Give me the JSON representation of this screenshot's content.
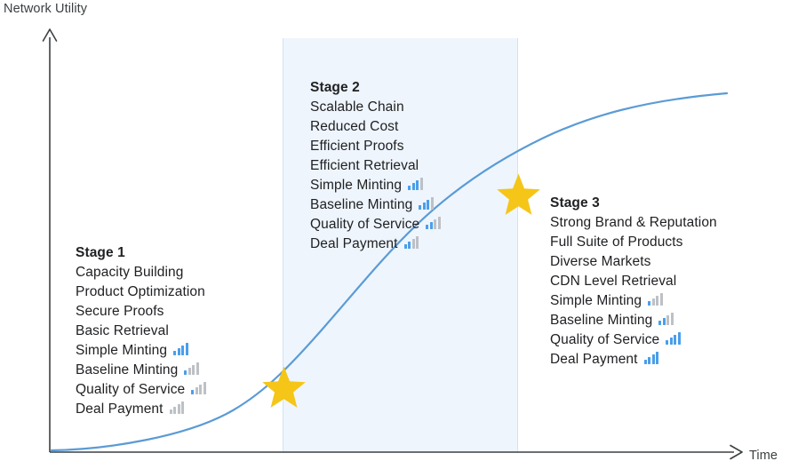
{
  "chart_data": {
    "type": "line",
    "title": "",
    "xlabel": "Time",
    "ylabel": "Network Utility",
    "grid": false,
    "legend": null,
    "description": "S-curve of network utility over time divided into three stages, with milestone stars separating the stages.",
    "curve_points": [
      {
        "x": 0.02,
        "y": 0.02
      },
      {
        "x": 0.15,
        "y": 0.05
      },
      {
        "x": 0.3,
        "y": 0.16
      },
      {
        "x": 0.38,
        "y": 0.26
      },
      {
        "x": 0.5,
        "y": 0.5
      },
      {
        "x": 0.62,
        "y": 0.73
      },
      {
        "x": 0.72,
        "y": 0.84
      },
      {
        "x": 0.85,
        "y": 0.9
      },
      {
        "x": 1.0,
        "y": 0.92
      }
    ],
    "band": {
      "label": "Stage 2 region",
      "x_start": 0.345,
      "x_end": 0.672,
      "color": "#eef5fd"
    },
    "markers": [
      {
        "label": "Stage 1 to Stage 2 milestone",
        "shape": "star",
        "x": 0.345,
        "y": 0.155,
        "color": "#f5c518"
      },
      {
        "label": "Stage 2 to Stage 3 milestone",
        "shape": "star",
        "x": 0.672,
        "y": 0.625,
        "color": "#f5c518"
      }
    ],
    "axis_color": "#3c4043",
    "curve_color": "#5b9bd5"
  },
  "colors": {
    "accent_blue": "#4a9eea",
    "curve": "#5b9bd5",
    "band": "#eef5fd",
    "band_edge": "#cfe3f7",
    "star": "#f5c518",
    "bar_off": "#bdc1c6",
    "text": "#202124",
    "axis": "#3c4043"
  },
  "axes": {
    "y_label": "Network Utility",
    "x_label": "Time"
  },
  "stages": [
    {
      "id": "stage-1",
      "title": "Stage 1",
      "rows": [
        {
          "text": "Capacity Building",
          "signal": null
        },
        {
          "text": "Product Optimization",
          "signal": null
        },
        {
          "text": "Secure Proofs",
          "signal": null
        },
        {
          "text": "Basic Retrieval",
          "signal": null
        },
        {
          "text": "Simple Minting",
          "signal": 4
        },
        {
          "text": "Baseline Minting",
          "signal": 1
        },
        {
          "text": "Quality of Service",
          "signal": 1
        },
        {
          "text": "Deal Payment",
          "signal": 0
        }
      ]
    },
    {
      "id": "stage-2",
      "title": "Stage 2",
      "rows": [
        {
          "text": "Scalable Chain",
          "signal": null
        },
        {
          "text": "Reduced Cost",
          "signal": null
        },
        {
          "text": "Efficient Proofs",
          "signal": null
        },
        {
          "text": "Efficient Retrieval",
          "signal": null
        },
        {
          "text": "Simple Minting",
          "signal": 3
        },
        {
          "text": "Baseline Minting",
          "signal": 3
        },
        {
          "text": "Quality of Service",
          "signal": 2
        },
        {
          "text": "Deal Payment",
          "signal": 2
        }
      ]
    },
    {
      "id": "stage-3",
      "title": "Stage 3",
      "rows": [
        {
          "text": "Strong Brand & Reputation",
          "signal": null
        },
        {
          "text": "Full Suite of Products",
          "signal": null
        },
        {
          "text": "Diverse Markets",
          "signal": null
        },
        {
          "text": "CDN Level Retrieval",
          "signal": null
        },
        {
          "text": "Simple Minting",
          "signal": 1
        },
        {
          "text": "Baseline Minting",
          "signal": 2
        },
        {
          "text": "Quality of Service",
          "signal": 4
        },
        {
          "text": "Deal Payment",
          "signal": 4
        }
      ]
    }
  ]
}
